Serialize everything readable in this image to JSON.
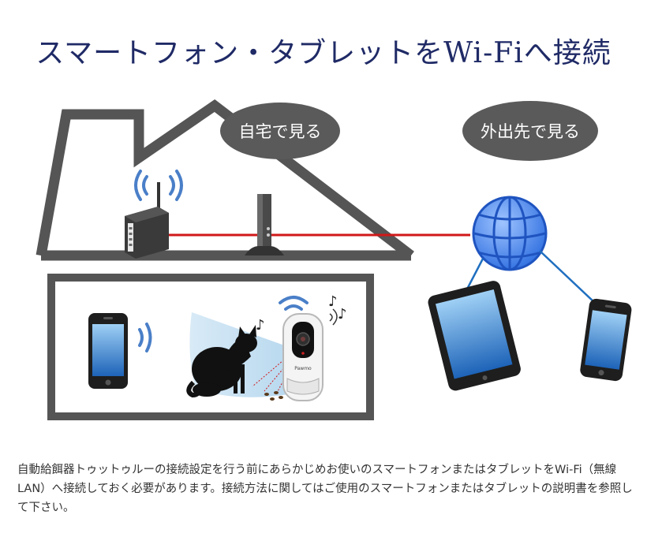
{
  "title": "スマートフォン・タブレットをWi-Fiへ接続",
  "bubbles": {
    "home": "自宅で見る",
    "outside": "外出先で見る"
  },
  "device": {
    "brand": "Pawmo"
  },
  "description": "自動給餌器トゥットゥルーの接続設定を行う前にあらかじめお使いのスマートフォンまたはタブレットをWi-Fi（無線LAN）へ接続しておく必要があります。接続方法に関してはご使用のスマートフォンまたはタブレットの説明書を参照して下さい。",
  "colors": {
    "title": "#1f2a66",
    "house_outline": "#555555",
    "bubble": "#5a5a5a",
    "signal": "#4a7fc8",
    "cable": "#d01818",
    "globe": "#2f6fe0",
    "link": "#1f6fc0"
  }
}
